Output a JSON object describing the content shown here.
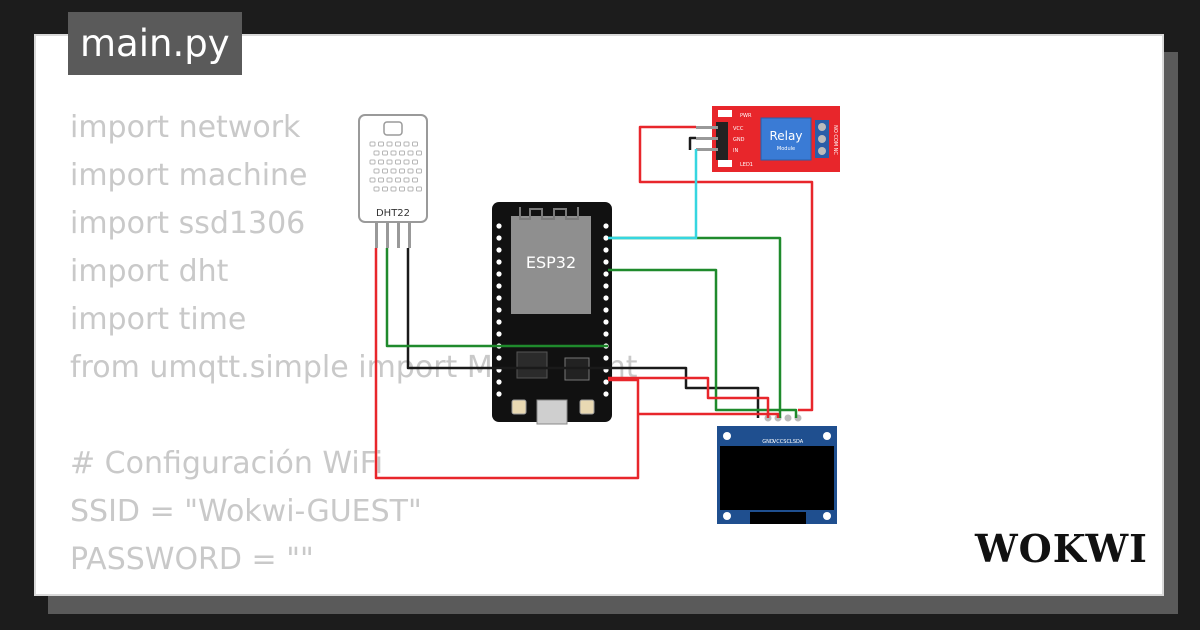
{
  "file_tab": "main.py",
  "code_lines": [
    "import network",
    "import machine",
    "import ssd1306",
    "import dht",
    "import time",
    "from umqtt.simple import MQTTClient",
    "",
    "# Configuración WiFi",
    "SSID = \"Wokwi-GUEST\"",
    "PASSWORD = \"\""
  ],
  "components": {
    "dht": {
      "label": "DHT22"
    },
    "esp32": {
      "label": "ESP32"
    },
    "relay": {
      "title": "Relay",
      "subtitle": "Module",
      "pins": [
        "VCC",
        "GND",
        "IN"
      ],
      "terminals": "NO COM NC",
      "led_pwr": "PWR",
      "led_led1": "LED1"
    },
    "oled": {
      "pins": [
        "GND",
        "VCC",
        "SCL",
        "SDA"
      ]
    }
  },
  "wire_colors": {
    "red": "#e8262b",
    "black": "#1a1a1a",
    "green": "#1f8a2c",
    "cyan": "#35d6e0"
  },
  "brand": "WOKWI"
}
